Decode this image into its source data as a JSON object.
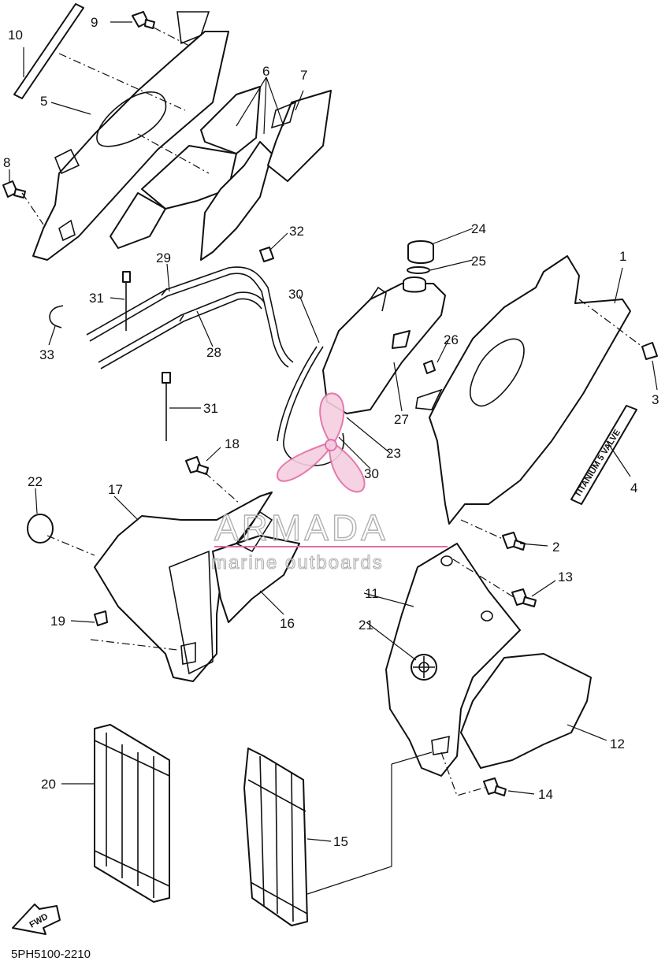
{
  "diagram": {
    "code": "5PH5100-2210",
    "fwd_label": "FWD",
    "decal_text": "TITANIUM 5 VALVE",
    "callouts": [
      "1",
      "2",
      "3",
      "4",
      "5",
      "6",
      "7",
      "8",
      "9",
      "10",
      "11",
      "12",
      "13",
      "14",
      "15",
      "16",
      "17",
      "18",
      "19",
      "20",
      "21",
      "22",
      "23",
      "24",
      "25",
      "26",
      "27",
      "28",
      "29",
      "30",
      "30",
      "31",
      "31",
      "32",
      "33"
    ]
  },
  "watermark": {
    "brand": "ARMADA",
    "tagline": "marine outboards",
    "accent_color": "#e26aa5"
  }
}
